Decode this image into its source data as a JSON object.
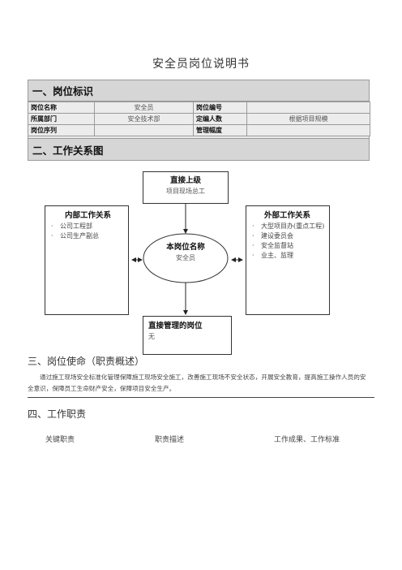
{
  "doc_title": "安全员岗位说明书",
  "section1": {
    "heading": "一、岗位标识",
    "rows": [
      [
        {
          "label": "岗位名称"
        },
        {
          "value": "安全员"
        },
        {
          "label": "岗位编号"
        },
        {
          "value": ""
        }
      ],
      [
        {
          "label": "所属部门"
        },
        {
          "value": "安全技术部"
        },
        {
          "label": "定编人数"
        },
        {
          "value": "根据项目规模"
        }
      ],
      [
        {
          "label": "岗位序列"
        },
        {
          "value": ""
        },
        {
          "label": "管理幅度"
        },
        {
          "value": ""
        }
      ]
    ]
  },
  "section2": {
    "heading": "二、工作关系图",
    "superior": {
      "title": "直接上级",
      "subtitle": "项目现场总工"
    },
    "internal": {
      "title": "内部工作关系",
      "items": [
        "公司工程部",
        "公司生产副总"
      ]
    },
    "center": {
      "title": "本岗位名称",
      "subtitle": "安全员"
    },
    "external": {
      "title": "外部工作关系",
      "items": [
        "大型项目办(重点工程)",
        "建设委员会",
        "安全监督站",
        "业主、监理"
      ]
    },
    "subordinate": {
      "title": "直接管理的岗位",
      "subtitle": "无"
    }
  },
  "section3": {
    "heading": "三、岗位使命（职责概述）",
    "text": "通过施工现场安全标准化管理保障施工现场安全施工，改善施工现场不安全状态，开展安全教育，提高施工操作人员的安全意识，保障员工生命财产安全，保障项目安全生产。"
  },
  "section4": {
    "heading": "四、工作职责",
    "columns": [
      "关键职责",
      "职责描述",
      "工作成果、工作标准"
    ]
  }
}
